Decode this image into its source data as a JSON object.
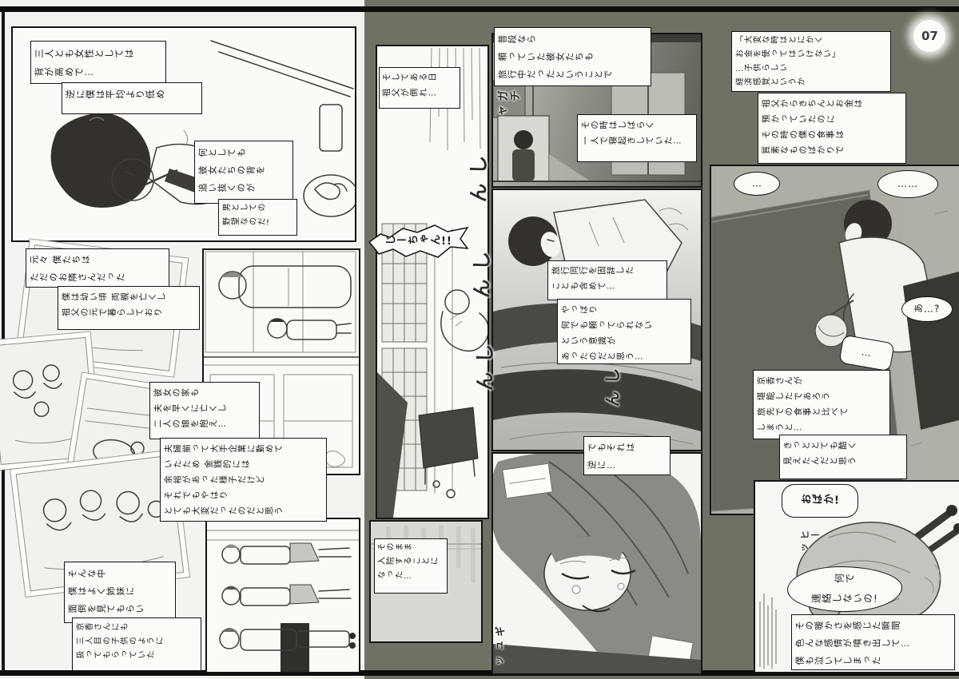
{
  "meta": {
    "page_number": "07",
    "type": "manga-two-page-spread",
    "orientation": "rotated-90-ccw"
  },
  "colors": {
    "page_dark": "#6e7163",
    "page_light": "#f4f3ef",
    "ink": "#141414",
    "hair_dark": "#34312c"
  },
  "left": {
    "cap_tall_girls": "三人とも女性としては\n背が高めで…",
    "cap_short_me": "逆に僕は平均より低め",
    "cap_ambition1": "何としても\n彼女たちの背を\n追い抜くのが",
    "cap_ambition2": "男としての\n野望なのだ!",
    "cap_neighbors1": "元々 僕たちは\nただのお隣さんだった",
    "cap_neighbors2": "僕は幼い頃 両親を亡くし\n祖父の元で暮らしており",
    "cap_her_family1": "彼女の家も\n夫を早くに亡くし\n二人の娘を抱え…",
    "cap_her_family2": "夫婦揃って大手企業に勤めて\nいたため 金銭的には\n余裕があった様子だけど\nそれでもやはり\nとても大変だったのだと思う",
    "cap_care1": "そんな中\n僕はよく姉妹に\n面倒を見てもらい",
    "cap_care2": "京香さんにも\n三人目の子供のように\n扱ってもらっていた"
  },
  "right": {
    "cap_grandpa_collapse": "そしてある日\n祖父が倒れ…",
    "bubble_jiichan": "じーちゃん!!",
    "cap_hospital": "そのまま\n入院することに\nなった…",
    "cap_travel1": "普段なら\n頼っていた彼女たちも\n旅行中だったということで",
    "cap_travel2": "その時はしばらく\n一人で寝起きしていた…",
    "sfx_gacha": "ガチャ",
    "sfx_shin": "しん",
    "cap_refuse1": "旅行同行を固辞した\nことも含めて…",
    "cap_refuse2": "やっぱり\n何でも頼ってられない\nという意識が\nあったのだと思う…",
    "cap_reverse": "でもそれは\n逆に…",
    "sfx_gyu": "ギュッ",
    "cap_money1": "「大変な時はとにかく\nお金を使ってはいけない」\n…子供らしい\n経済感覚というか",
    "cap_money2": "祖父からきちんとお金は\n預かっていたのに\nその時の僕の食事は\n質素なものばかりで",
    "bubble_sigh": "…",
    "bubble_dots": "……",
    "bubble_a": "あ…?",
    "bubble_note": "…",
    "cap_meal1": "京香さんが\n堪能したであろう\n旅先での食事と比べて\nしまうと…",
    "cap_meal2": "きっととても酷く\n見えたんだと思う",
    "bubble_obaka": "おばか!",
    "sfx_hii": "ヒーッ",
    "bubble_renraku": "何で\n連絡しないの!",
    "cap_warm": "その暖かさを感じた瞬間\n色んな感情が噴き出して…\n僕も泣いてしまった"
  }
}
